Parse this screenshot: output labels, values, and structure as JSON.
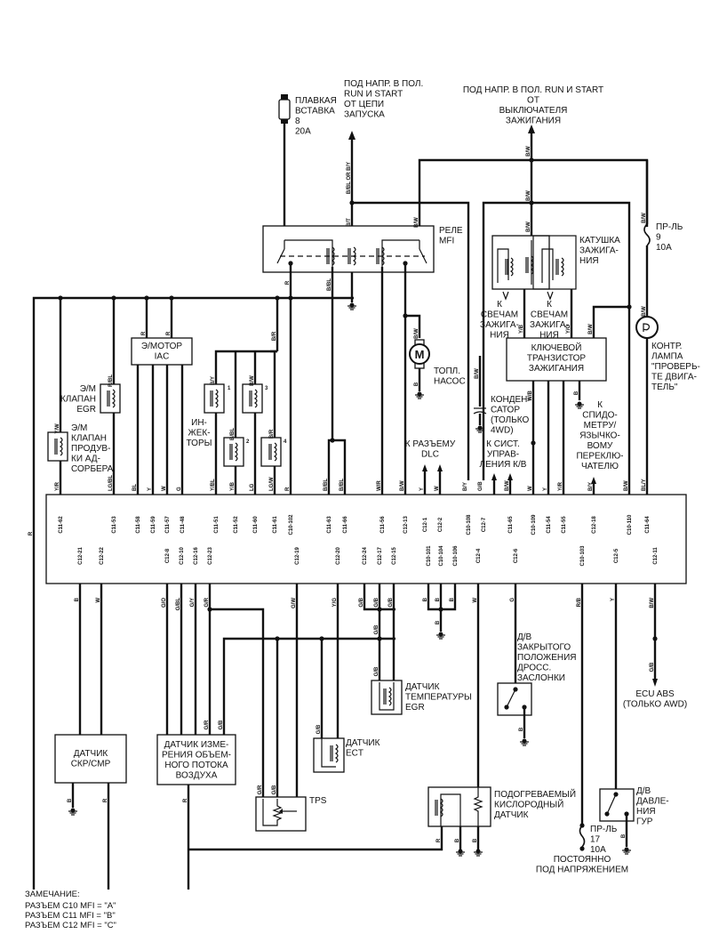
{
  "diagram": {
    "top_labels": {
      "starter_feed": [
        "ПОД НАПР. В ПОЛ.",
        "RUN И START",
        "",
        "ОТ ЦЕПИ",
        "ЗАПУСКА"
      ],
      "ignition_feed": [
        "ПОД НАПР. В ПОЛ. RUN И START",
        "ОТ",
        "ВЫКЛЮЧАТЕЛЯ",
        "ЗАЖИГАНИЯ"
      ]
    },
    "components": {
      "fusible_link": [
        "ПЛАВКАЯ",
        "ВСТАВКА",
        "8",
        "20A"
      ],
      "mfi_relay": [
        "РЕЛЕ",
        "MFI"
      ],
      "ignition_coil": [
        "КАТУШКА",
        "ЗАЖИГА-",
        "НИЯ"
      ],
      "fuse_9": [
        "ПР-ЛЬ",
        "9",
        "10A"
      ],
      "spark_plugs_1": [
        "К",
        "СВЕЧАМ",
        "ЗАЖИГА-",
        "НИЯ"
      ],
      "spark_plugs_2": [
        "К",
        "СВЕЧАМ",
        "ЗАЖИГА-",
        "НИЯ"
      ],
      "ignition_transistor": [
        "КЛЮЧЕВОЙ",
        "ТРАНЗИСТОР",
        "ЗАЖИГАНИЯ"
      ],
      "check_engine_lamp": [
        "КОНТР.",
        "ЛАМПА",
        "\"ПРОВЕРЬ-",
        "ТЕ ДВИГА-",
        "ТЕЛЬ\""
      ],
      "iac_motor": [
        "Э/МОТОР",
        "IAC"
      ],
      "egr_solenoid": [
        "Э/М",
        "КЛАПАН",
        "EGR"
      ],
      "purge_solenoid": [
        "Э/М",
        "КЛАПАН",
        "ПРОДУВ-",
        "КИ АД-",
        "СОРБЕРА"
      ],
      "injectors": [
        "ИН-",
        "ЖЕК-",
        "ТОРЫ"
      ],
      "injector_numbers": [
        "1",
        "2",
        "3",
        "4"
      ],
      "fuel_pump": [
        "ТОПЛ.",
        "НАСОС"
      ],
      "fuel_pump_symbol": "M",
      "dlc": [
        "К РАЗЪЕМУ",
        "DLC"
      ],
      "condenser": [
        "КОНДЕН-",
        "САТОР",
        "(ТОЛЬКО",
        "4WD)"
      ],
      "ac_control": [
        "К СИСТ.",
        "УПРАВ-",
        "ЛЕНИЯ К/В"
      ],
      "speedometer": [
        "К",
        "СПИДО-",
        "МЕТРУ/",
        "ЯЗЫЧКО-",
        "ВОМУ",
        "ПЕРЕКЛЮ-",
        "ЧАТЕЛЮ"
      ],
      "ckp_cmp_sensor": [
        "ДАТЧИК",
        "СКР/СМР"
      ],
      "maf_sensor": [
        "ДАТЧИК ИЗМЕ-",
        "РЕНИЯ ОБЪЕМ-",
        "НОГО ПОТОКА",
        "ВОЗДУХА"
      ],
      "tps": [
        "TPS"
      ],
      "ect_sensor": [
        "ДАТЧИК",
        "ECT"
      ],
      "egr_temp_sensor": [
        "ДАТЧИК",
        "ТЕМПЕРАТУРЫ",
        "EGR"
      ],
      "closed_throttle_switch": [
        "Д/В",
        "ЗАКРЫТОГО",
        "ПОЛОЖЕНИЯ",
        "ДРОСС.",
        "ЗАСЛОНКИ"
      ],
      "abs_ecu": [
        "ECU  ABS",
        "(ТОЛЬКО AWD)"
      ],
      "o2_sensor": [
        "ПОДОГРЕВАЕМЫЙ",
        "КИСЛОРОДНЫЙ",
        "ДАТЧИК"
      ],
      "fuse_17": [
        "ПР-ЛЬ",
        "17",
        "10A"
      ],
      "constant_power": [
        "ПОСТОЯННО",
        "ПОД НАПРЯЖЕНИЕМ"
      ],
      "ps_pressure_switch": [
        "Д/В",
        "ДАВЛЕ-",
        "НИЯ",
        "ГУР"
      ]
    },
    "ecu_top_pins": [
      {
        "pin": "C11-62",
        "wire": "Y/R"
      },
      {
        "pin": "C11-53",
        "wire": "LG/BL"
      },
      {
        "pin": "C11-58",
        "wire": "BL"
      },
      {
        "pin": "C11-59",
        "wire": "Y"
      },
      {
        "pin": "C11-57",
        "wire": "W"
      },
      {
        "pin": "C11-48",
        "wire": "G"
      },
      {
        "pin": "C11-51",
        "wire": "Y/BL"
      },
      {
        "pin": "C11-52",
        "wire": "Y/B"
      },
      {
        "pin": "C11-60",
        "wire": "LG"
      },
      {
        "pin": "C11-61",
        "wire": "LG/W"
      },
      {
        "pin": "C10-102",
        "wire": "R"
      },
      {
        "pin": "C11-63",
        "wire": "B/BL"
      },
      {
        "pin": "C11-66",
        "wire": "B/BL"
      },
      {
        "pin": "C11-56",
        "wire": "W/R"
      },
      {
        "pin": "C12-13",
        "wire": "B/W"
      },
      {
        "pin": "C12-1",
        "wire": "Y"
      },
      {
        "pin": "C12-2",
        "wire": "W"
      },
      {
        "pin": "C10-108",
        "wire": "B/Y"
      },
      {
        "pin": "C12-7",
        "wire": "G/B"
      },
      {
        "pin": "C11-65",
        "wire": "B/W"
      },
      {
        "pin": "C10-109",
        "wire": "W"
      },
      {
        "pin": "C11-54",
        "wire": "Y"
      },
      {
        "pin": "C11-55",
        "wire": "Y/R"
      },
      {
        "pin": "C12-18",
        "wire": "B/Y"
      },
      {
        "pin": "C10-110",
        "wire": "B/W"
      },
      {
        "pin": "C11-64",
        "wire": "BL/Y"
      }
    ],
    "ecu_bottom_pins": [
      {
        "pin": "C12-21",
        "wire": "B"
      },
      {
        "pin": "C12-22",
        "wire": "W"
      },
      {
        "pin": "C12-8",
        "wire": "G/O"
      },
      {
        "pin": "C12-10",
        "wire": "G/BL"
      },
      {
        "pin": "C12-16",
        "wire": "G/Y"
      },
      {
        "pin": "C12-23",
        "wire": "G/R"
      },
      {
        "pin": "C12-19",
        "wire": "G/W"
      },
      {
        "pin": "C12-20",
        "wire": "Y/G"
      },
      {
        "pin": "C12-24",
        "wire": "G/B"
      },
      {
        "pin": "C12-17",
        "wire": "G/B"
      },
      {
        "pin": "C12-15",
        "wire": "G/B"
      },
      {
        "pin": "C10-101",
        "wire": "B"
      },
      {
        "pin": "C10-104",
        "wire": "B"
      },
      {
        "pin": "C10-106",
        "wire": "B"
      },
      {
        "pin": "C12-4",
        "wire": "W"
      },
      {
        "pin": "C12-6",
        "wire": "G"
      },
      {
        "pin": "C10-103",
        "wire": "R/B"
      },
      {
        "pin": "C12-5",
        "wire": "Y"
      },
      {
        "pin": "C12-11",
        "wire": "B/W"
      }
    ],
    "wire_labels": {
      "starter": "B/BL OR B/Y",
      "relay_in": "B/T",
      "relay_sw": "B/W",
      "ign1": "B/W",
      "ign2": "B/W",
      "ign3": "B/W",
      "fuse9": "B/W",
      "relay_out": "R",
      "relay_bl": "B/BL",
      "left_bus": "R",
      "iac1": "R",
      "iac2": "R",
      "egr": "R/BL",
      "purge": "Y/W",
      "inj_bus": "B/R",
      "inj1": "B/Y",
      "inj2": "B/BL",
      "inj3": "B/W",
      "inj4": "B/R",
      "pump_in": "B/W",
      "pump_gnd": "B",
      "cond": "B/W",
      "tr_in": "B/W",
      "tr_gnd": "B",
      "tr_w": "W/B",
      "coil1": "Y/B",
      "coil2": "Y/G",
      "lamp": "B/W",
      "abs": "G/B",
      "maf_r": "R",
      "ckp_b": "B",
      "ckp_r": "R",
      "egrt": "G/B",
      "ect": "G/B",
      "tps1": "G/R",
      "tps2": "G/B",
      "sensor_gnd": "G/B",
      "cts_gnd": "B",
      "o2_r": "R",
      "o2_b1": "B",
      "o2_b2": "B",
      "ps_gnd": "B",
      "gnd_b": "B",
      "maf_gr": "G/R",
      "maf_gb": "G/B"
    },
    "note": {
      "title": "ЗАМЕЧАНИЕ:",
      "lines": [
        "РАЗЪЕМ C10 MFI  = \"A\"",
        "РАЗЪЕМ C11 MFI  = \"B\"",
        "РАЗЪЕМ C12 MFI  = \"C\""
      ]
    }
  }
}
